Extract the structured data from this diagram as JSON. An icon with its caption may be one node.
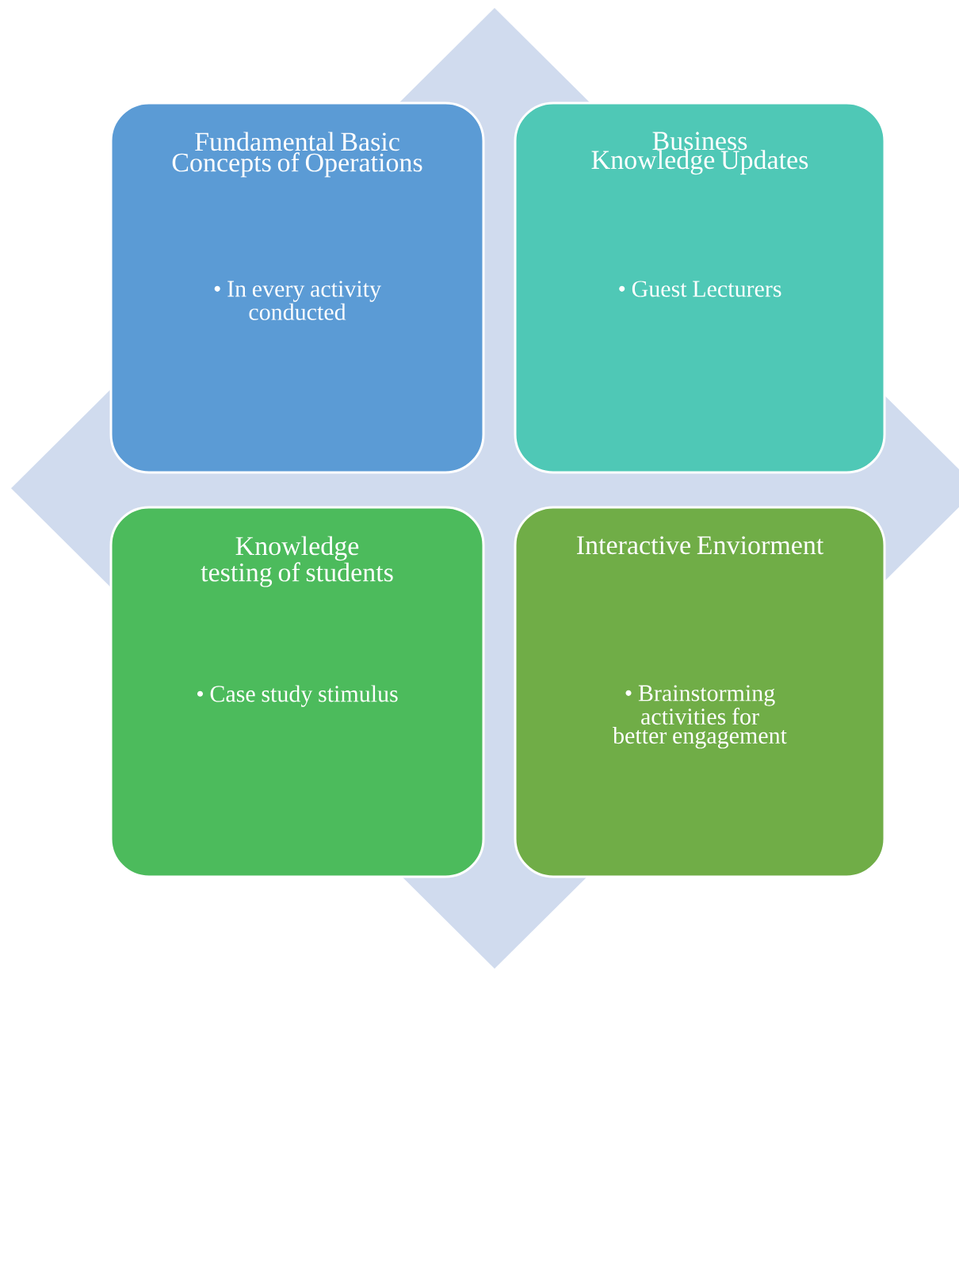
{
  "diagram": {
    "nodes": [
      {
        "text": [
          "Fundamental Basic Concepts of Operations",
          "• In every activity conducted"
        ]
      },
      {
        "text": [
          "Business Knowledge Updates",
          "• Guest Lecturers"
        ]
      },
      {
        "text": [
          "Knowledge testing of students",
          "• Case study stimulus"
        ]
      },
      {
        "text": [
          "Interactive Enviorment",
          "• Brainstorming activities for better engagement"
        ]
      }
    ]
  }
}
